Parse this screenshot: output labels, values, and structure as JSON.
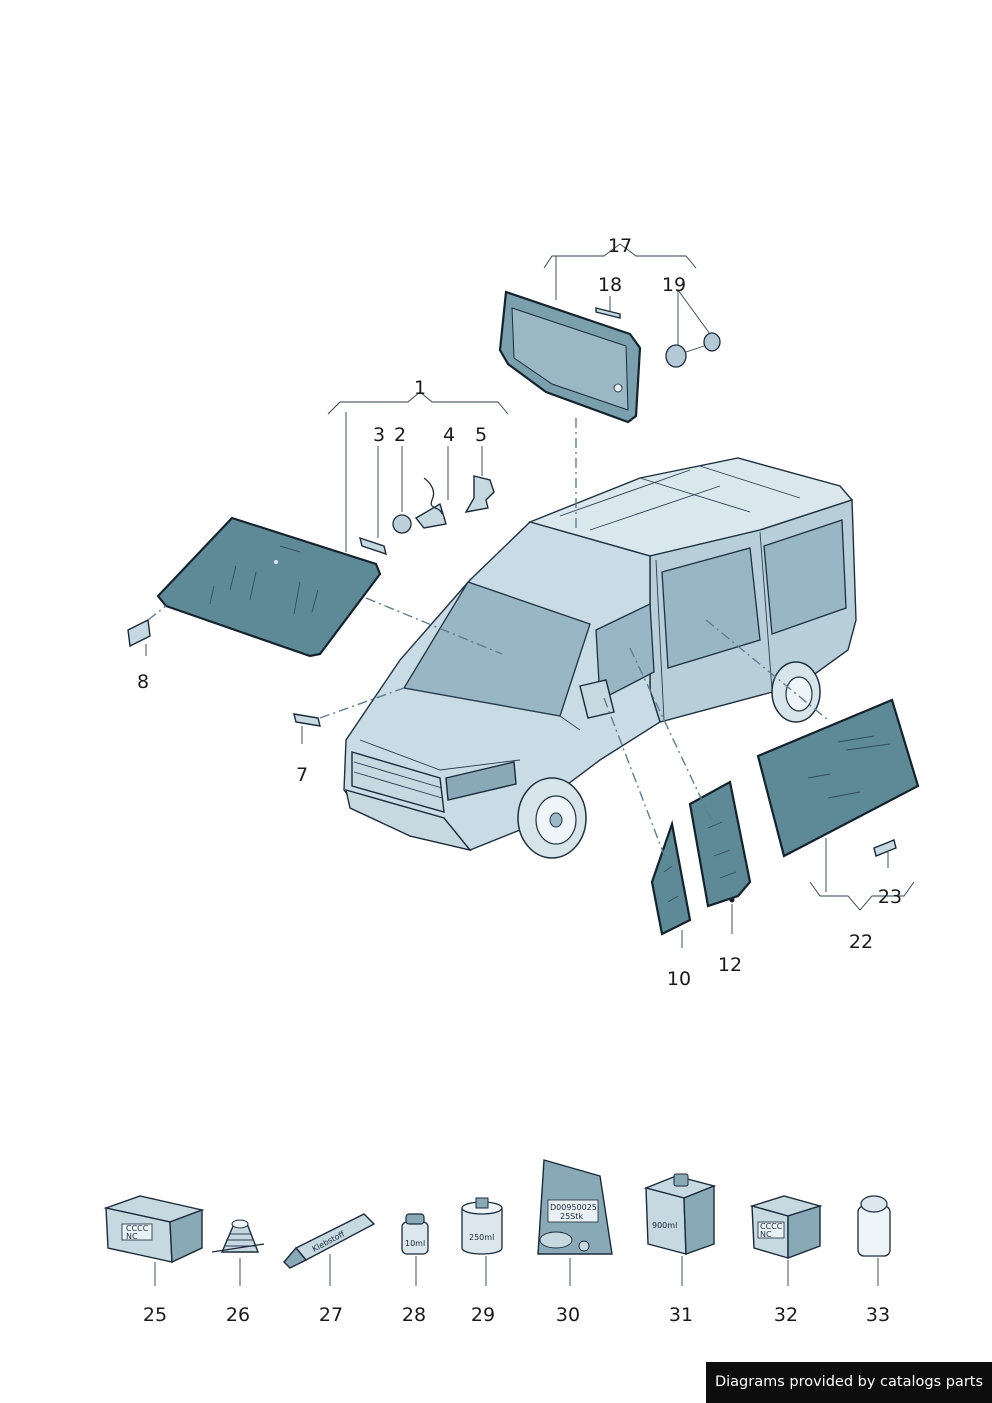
{
  "callouts": {
    "c1": "1",
    "c2": "2",
    "c3": "3",
    "c4": "4",
    "c5": "5",
    "c7": "7",
    "c8": "8",
    "c10": "10",
    "c12": "12",
    "c17": "17",
    "c18": "18",
    "c19": "19",
    "c22": "22",
    "c23": "23",
    "c25": "25",
    "c26": "26",
    "c27": "27",
    "c28": "28",
    "c29": "29",
    "c30": "30",
    "c31": "31",
    "c32": "32",
    "c33": "33"
  },
  "package_labels": {
    "p25_code": "CCCC",
    "p25_mark": "NC",
    "p27_tube": "Klebstoff",
    "p28_bottle": "10ml",
    "p29_can": "250ml",
    "p30_bag_line1": "D00950025",
    "p30_bag_line2": "25Stk",
    "p31_can": "900ml",
    "p32_code": "CCCC",
    "p32_mark": "NC"
  },
  "credit": "Diagrams provided by catalogs parts"
}
